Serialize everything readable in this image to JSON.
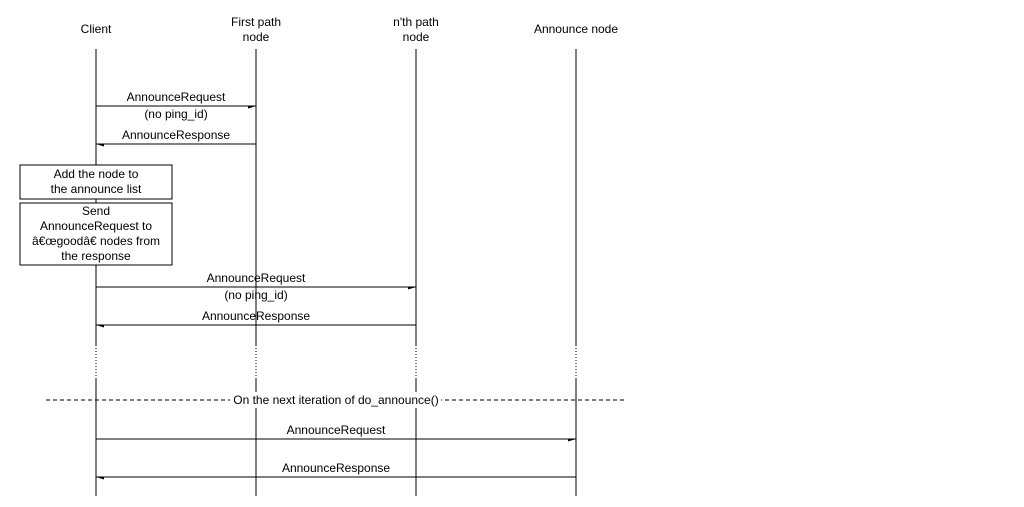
{
  "participants": [
    {
      "id": "client",
      "lines": [
        "Client"
      ]
    },
    {
      "id": "first-path-node",
      "lines": [
        "First path",
        "node"
      ]
    },
    {
      "id": "nth-path-node",
      "lines": [
        "n'th path",
        "node"
      ]
    },
    {
      "id": "announce-node",
      "lines": [
        "Announce node"
      ]
    }
  ],
  "messages": [
    {
      "from": "client",
      "to": "first-path-node",
      "above": "AnnounceRequest",
      "below": "(no ping_id)"
    },
    {
      "from": "first-path-node",
      "to": "client",
      "above": "AnnounceResponse",
      "below": ""
    },
    {
      "from": "client",
      "to": "nth-path-node",
      "above": "AnnounceRequest",
      "below": "(no ping_id)"
    },
    {
      "from": "nth-path-node",
      "to": "client",
      "above": "AnnounceResponse",
      "below": ""
    },
    {
      "from": "client",
      "to": "announce-node",
      "above": "AnnounceRequest",
      "below": ""
    },
    {
      "from": "announce-node",
      "to": "client",
      "above": "AnnounceResponse",
      "below": ""
    }
  ],
  "notes": [
    {
      "on": "client",
      "lines": [
        "Add the node to",
        "the announce list"
      ]
    },
    {
      "on": "client",
      "lines": [
        "Send",
        "AnnounceRequest to",
        "â€œgoodâ€ nodes from",
        "the response"
      ]
    }
  ],
  "separator": {
    "label": "On the next iteration of do_announce()"
  }
}
